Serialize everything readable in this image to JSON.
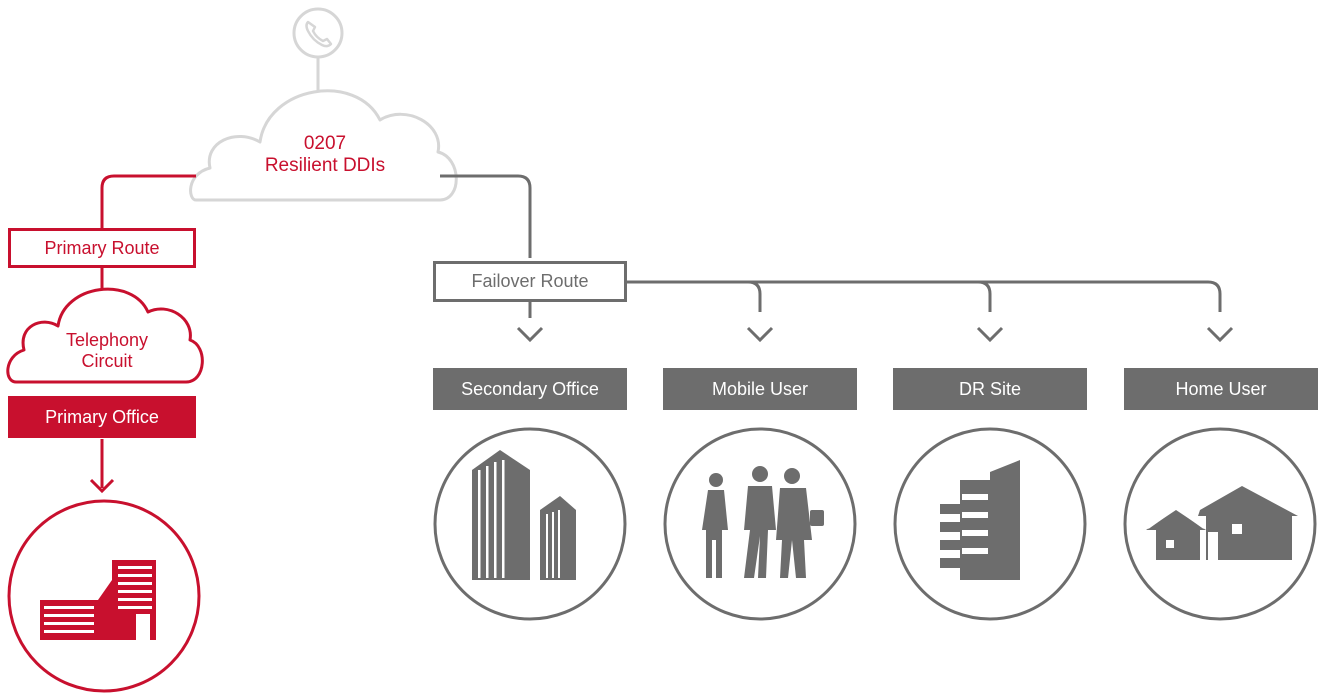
{
  "colors": {
    "accent": "#c8102e",
    "grey": "#6d6d6d",
    "light_grey": "#d6d6d6"
  },
  "top_cloud": {
    "line1": "0207",
    "line2": "Resilient DDIs",
    "icon": "phone-icon"
  },
  "primary": {
    "route_label": "Primary Route",
    "circuit_line1": "Telephony",
    "circuit_line2": "Circuit",
    "office_label": "Primary Office",
    "icon": "office-building-icon"
  },
  "failover": {
    "route_label": "Failover Route",
    "destinations": [
      {
        "label": "Secondary Office",
        "icon": "tall-buildings-icon"
      },
      {
        "label": "Mobile User",
        "icon": "people-icon"
      },
      {
        "label": "DR Site",
        "icon": "dr-building-icon"
      },
      {
        "label": "Home User",
        "icon": "houses-icon"
      }
    ]
  }
}
